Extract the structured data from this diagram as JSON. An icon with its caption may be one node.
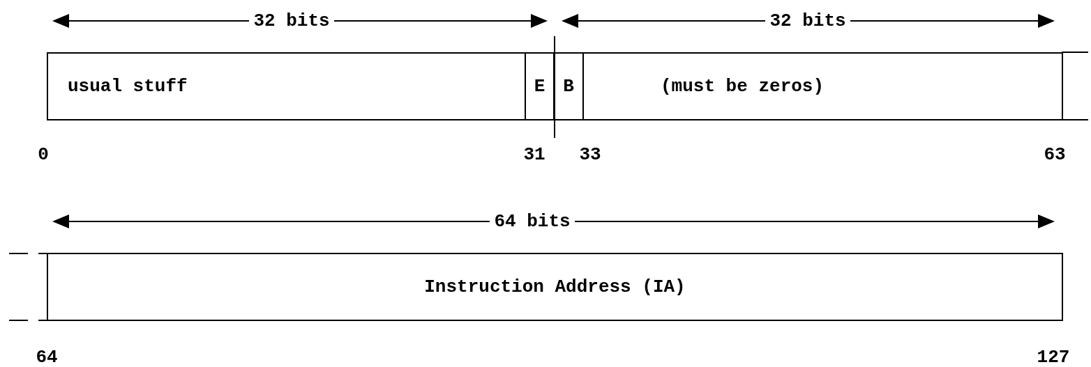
{
  "diagram": {
    "nodes": [
      {
        "text": [
          "usual stuff"
        ]
      },
      {
        "text": [
          "E"
        ]
      },
      {
        "text": [
          "B"
        ]
      },
      {
        "text": [
          "(must be zeros)"
        ]
      },
      {
        "text": [
          "Instruction Address (IA)"
        ]
      }
    ],
    "labels": [
      "32 bits",
      "32 bits",
      "0",
      "31",
      "33",
      "63",
      "64 bits",
      "64",
      "127"
    ]
  }
}
